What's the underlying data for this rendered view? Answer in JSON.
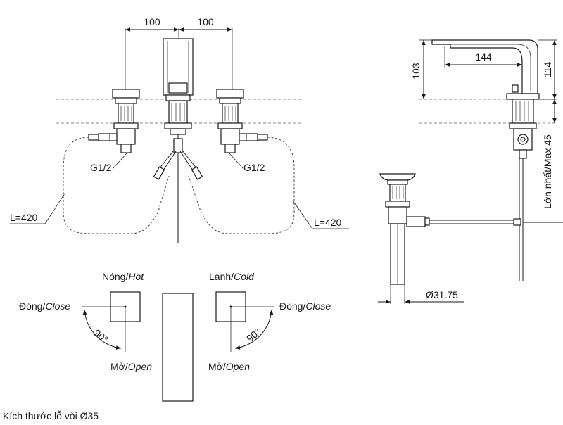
{
  "dimensions": {
    "spacing_left": "100",
    "spacing_right": "100",
    "spout_height": "103",
    "spout_reach": "144",
    "total_height": "114",
    "max_thickness": "Lớn nhất/Max 45",
    "drain_diameter": "Ø31.75",
    "hose_length_left": "L=420",
    "hose_length_right": "L=420",
    "thread_left": "G1/2",
    "thread_right": "G1/2"
  },
  "handles": {
    "hot": {
      "label_vi": "Nóng/",
      "label_en": "Hot"
    },
    "cold": {
      "label_vi": "Lạnh/",
      "label_en": "Cold"
    },
    "close_left": {
      "label_vi": "Đóng/",
      "label_en": "Close"
    },
    "close_right": {
      "label_vi": "Đóng/",
      "label_en": "Close"
    },
    "open_left": {
      "label_vi": "Mở/",
      "label_en": "Open"
    },
    "open_right": {
      "label_vi": "Mở/",
      "label_en": "Open"
    },
    "angle_left": "90°",
    "angle_right": "90°"
  },
  "footnote": "Kích thước lỗ vòi Ø35"
}
